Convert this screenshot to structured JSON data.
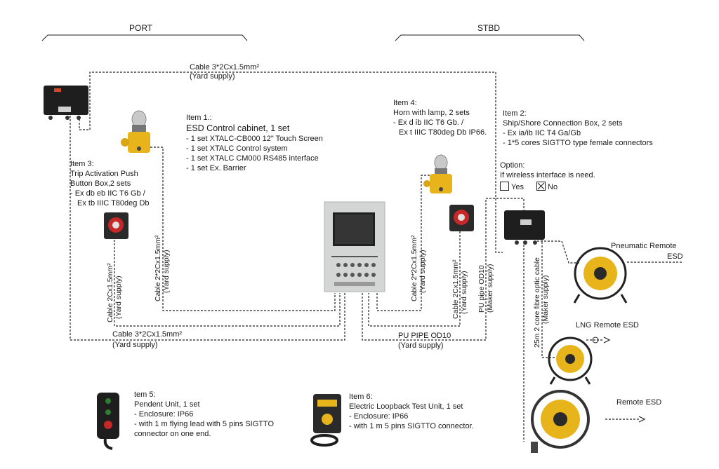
{
  "headers": {
    "port": "PORT",
    "stbd": "STBD"
  },
  "items": {
    "item1": {
      "title": "Item 1.:",
      "name": "ESD Control cabinet, 1 set",
      "specs": [
        "- 1 set XTALC-CB000 12\" Touch Screen",
        "- 1 set XTALC Control system",
        "- 1 set XTALC CM000 RS485 interface",
        "- 1 set Ex. Barrier"
      ]
    },
    "item2": {
      "title": "Item 2:",
      "name": "Ship/Shore Connection Box,  2 sets",
      "specs": [
        "- Ex ia/ib IIC T4 Ga/Gb",
        "- 1*5 cores SIGTTO type female connectors"
      ]
    },
    "item3": {
      "title": "Item 3:",
      "lines": [
        "Trip Activation Push",
        "Button Box,2 sets",
        "- Ex db eb IIC T6 Gb /",
        "  Ex tb IIIC T80deg Db"
      ]
    },
    "item4": {
      "title": "Item 4:",
      "lines": [
        "Horn with lamp, 2 sets",
        "- Ex d ib IIC T6 Gb. /",
        "  Ex t IIIC T80deg Db IP66."
      ]
    },
    "item5": {
      "title": "tem 5:",
      "lines": [
        "Pendent Unit, 1 set",
        "- Enclosure: IP66",
        "- with 1 m flying lead with 5 pins SIGTTO",
        "connector on one end."
      ]
    },
    "item6": {
      "title": "Item 6:",
      "lines": [
        "Electric Loopback Test Unit, 1 set",
        "- Enclosure: IP66",
        "- with 1 m  5 pins SIGTTO  connector."
      ]
    }
  },
  "option": {
    "title": "Option:",
    "question": "If wireless interface is need.",
    "yes_label": "Yes",
    "no_label": "No",
    "selected": "No"
  },
  "remotes": {
    "pneumatic": [
      "Pneumatic Remote",
      "ESD"
    ],
    "lng": "LNG Remote ESD",
    "remote": "Remote ESD"
  },
  "cables": {
    "top": [
      "Cable 3*2Cx1.5mm²",
      "(Yard supply)"
    ],
    "bottom": [
      "Cable 3*2Cx1.5mm²",
      "(Yard supply)"
    ],
    "pu_bottom": [
      "PU PIPE OD10",
      "(Yard supply)"
    ],
    "v_port_2c": [
      "Cable 2Cx1.5mm²",
      "(Yard supply)"
    ],
    "v_port_2x2c": [
      "Cable 2*2Cx1.5mm²",
      "(Yard supply)"
    ],
    "v_stbd_2x2c": [
      "Cable 2*2Cx1.5mm²",
      "(Yard supply)"
    ],
    "v_stbd_2c": [
      "Cable 2Cx1.5mm²",
      "(Yard supply)"
    ],
    "v_pu": [
      "PU pipe OD10",
      "(Maker supply)"
    ],
    "v_fibre": [
      "25m 2 core fibre optic cable",
      "(Maker supply)"
    ]
  },
  "colors": {
    "device_yellow": "#e8b41c",
    "button_red": "#c62828",
    "cabinet_grey": "#d4d6d6",
    "box_black": "#1e1e1e",
    "line": "#222222"
  }
}
